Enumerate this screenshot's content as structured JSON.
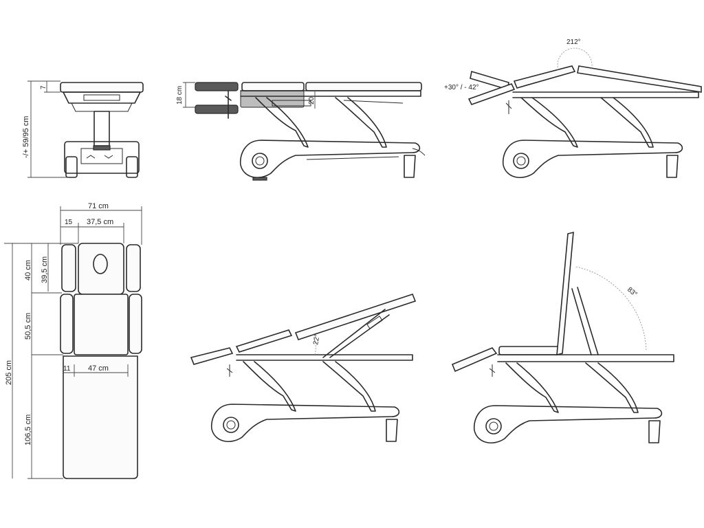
{
  "front_view": {
    "height_range": "-/+ 59/95 cm",
    "top_thickness": "7"
  },
  "top_view": {
    "total_width": "71 cm",
    "side_pad_width": "15",
    "head_width": "37,5 cm",
    "head_section_length": "40 cm",
    "face_hole_section": "39,5 cm",
    "middle_section": "50,5 cm",
    "total_length": "205 cm",
    "leg_section_length": "106,5 cm",
    "leg_offset": "11",
    "leg_width": "47 cm"
  },
  "side_view": {
    "fold_height": "18 cm",
    "fold_depth": "20"
  },
  "tilt_view": {
    "seat_angle": "212°",
    "head_range": "+30° / - 42°"
  },
  "inclined_view": {
    "angle": "22°"
  },
  "upright_view": {
    "angle": "83°"
  }
}
